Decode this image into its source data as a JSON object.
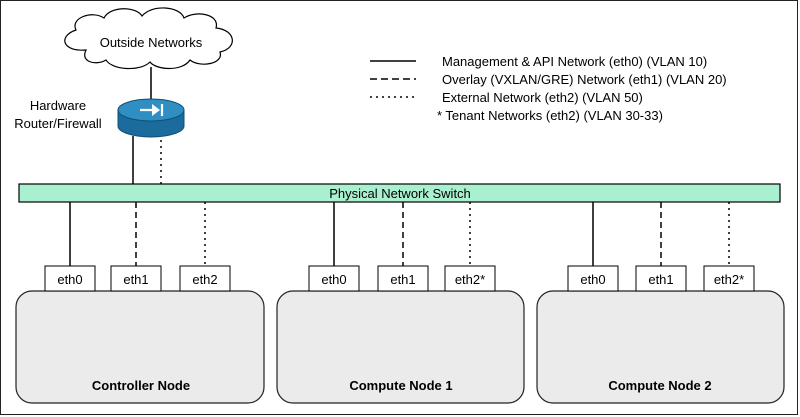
{
  "cloud": {
    "label": "Outside Networks"
  },
  "router": {
    "label_line1": "Hardware",
    "label_line2": "Router/Firewall"
  },
  "switch": {
    "label": "Physical Network Switch",
    "color": "#a8f0cf"
  },
  "legend": {
    "items": [
      {
        "style": "solid",
        "label": "Management & API Network (eth0) (VLAN 10)"
      },
      {
        "style": "dashed",
        "label": "Overlay (VXLAN/GRE) Network (eth1) (VLAN 20)"
      },
      {
        "style": "dotted",
        "label": "External Network (eth2) (VLAN 50)"
      }
    ],
    "note": "* Tenant Networks (eth2) (VLAN 30-33)"
  },
  "nodes": [
    {
      "name": "Controller Node",
      "ports": [
        "eth0",
        "eth1",
        "eth2"
      ]
    },
    {
      "name": "Compute Node 1",
      "ports": [
        "eth0",
        "eth1",
        "eth2*"
      ]
    },
    {
      "name": "Compute Node 2",
      "ports": [
        "eth0",
        "eth1",
        "eth2*"
      ]
    }
  ],
  "colors": {
    "router_blue": "#1b6c9c",
    "router_top": "#2f8fc3",
    "node_fill": "#ebebeb"
  }
}
